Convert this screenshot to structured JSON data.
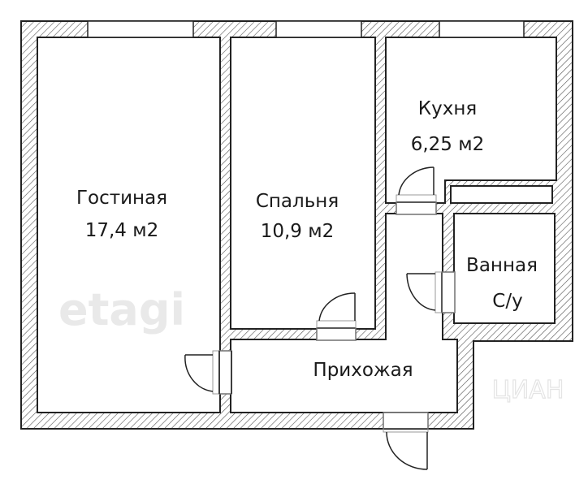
{
  "rooms": {
    "living": {
      "name": "Гостиная",
      "area": "17,4 м2"
    },
    "bedroom": {
      "name": "Спальня",
      "area": "10,9 м2"
    },
    "kitchen": {
      "name": "Кухня",
      "area": "6,25 м2"
    },
    "bathroom": {
      "name": "Ванная",
      "sub": "С/у"
    },
    "hall": {
      "name": "Прихожая"
    }
  },
  "watermarks": {
    "primary": "etagi",
    "secondary": "ЦИАН"
  },
  "colors": {
    "wall_line": "#222222",
    "hatch": "#555555",
    "background": "#ffffff"
  }
}
